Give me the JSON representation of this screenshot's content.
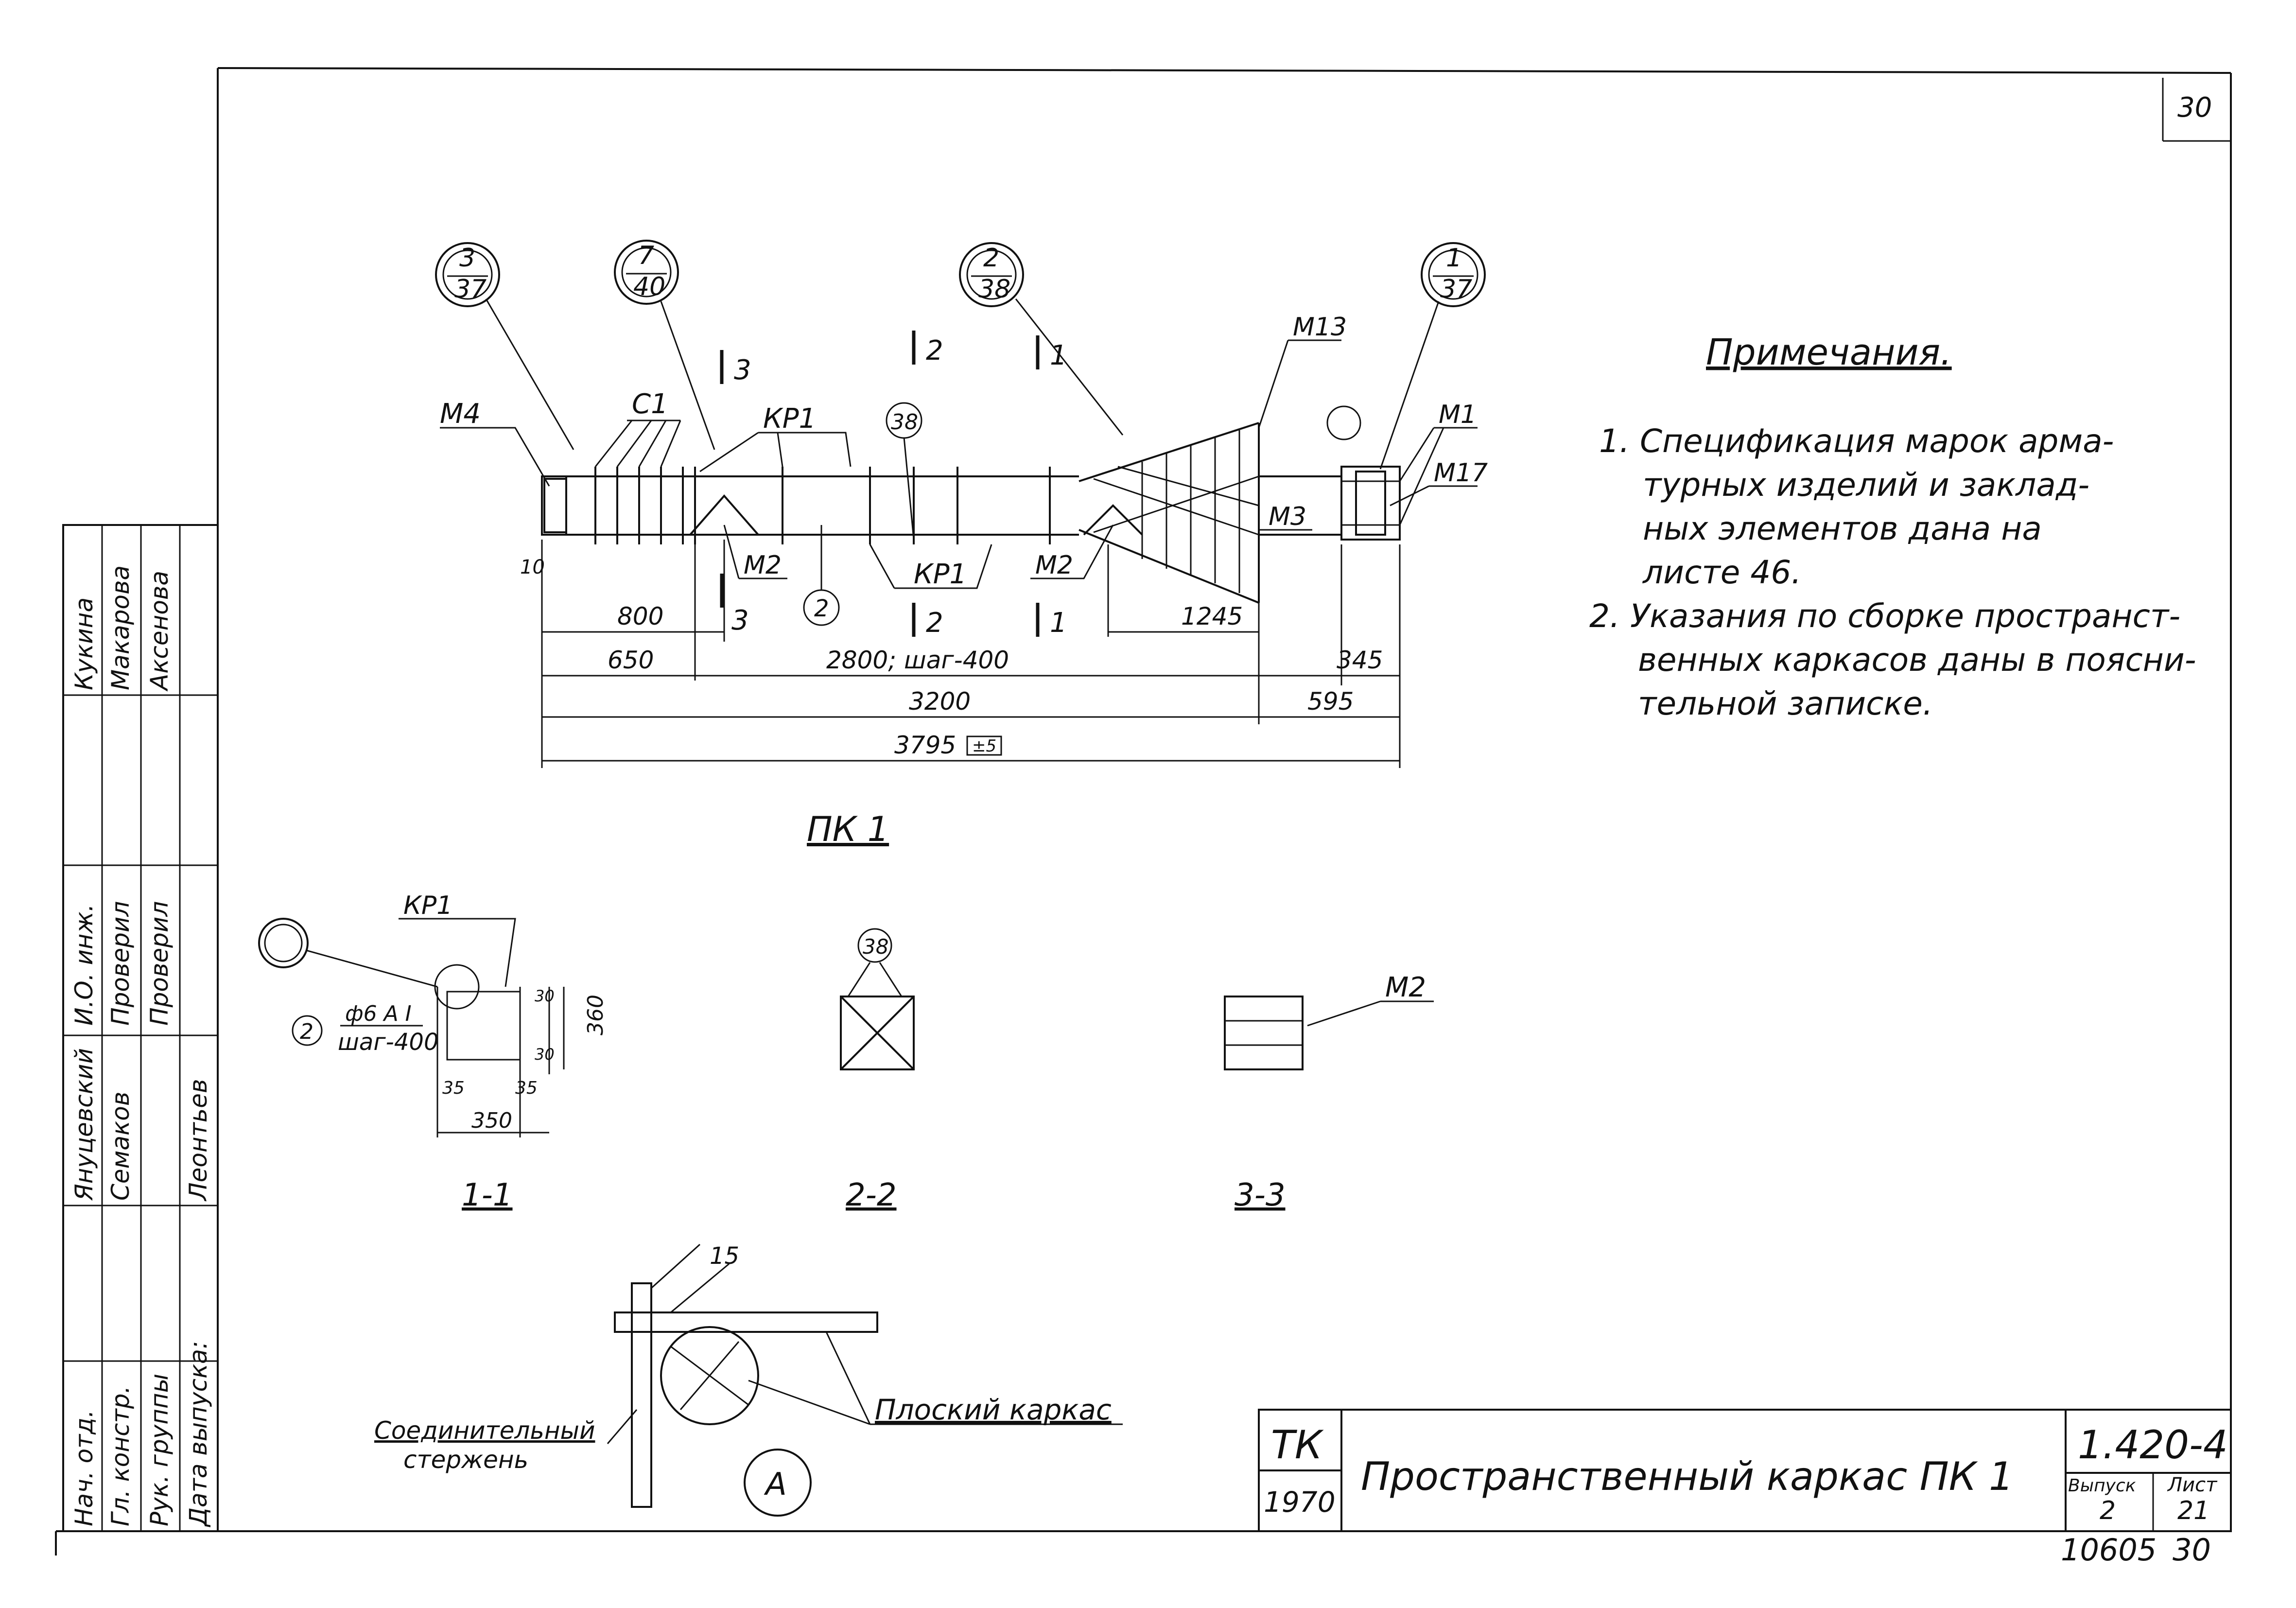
{
  "sheet_number_corner": "30",
  "notes": {
    "title": "Примечания.",
    "item1": [
      "1. Спецификация марок арма-",
      "турных изделий и заклад-",
      "ных элементов дана на",
      "листе 46."
    ],
    "item2": [
      "2. Указания по сборке пространст-",
      "венных каркасов даны в поясни-",
      "тельной записке."
    ]
  },
  "callouts": {
    "c1": {
      "top": "3",
      "bottom": "37"
    },
    "c2": {
      "top": "7",
      "bottom": "40"
    },
    "c3": {
      "top": "2",
      "bottom": "38"
    },
    "c4": {
      "top": "1",
      "bottom": "37"
    },
    "c38": "38",
    "c2_plain": "2",
    "c38_section": "38",
    "detail_a": "А"
  },
  "elevation": {
    "labels": {
      "m4": "М4",
      "c1": "С1",
      "kp1_top": "КР1",
      "kp1_bottom": "КР1",
      "m2_left": "М2",
      "m2_right": "М2",
      "m13": "М13",
      "m1": "М1",
      "m17": "М17",
      "m3": "М3",
      "cut3": "3",
      "cut2": "2",
      "cut1": "1",
      "cut3_b": "3",
      "cut2_b": "2",
      "cut1_b": "1",
      "gap": "10"
    },
    "dims": {
      "d800": "800",
      "d1245": "1245",
      "d650": "650",
      "d2800": "2800; шаг-400",
      "d345": "345",
      "d3200": "3200",
      "d595": "595",
      "d3795": "3795",
      "tol": "±5"
    },
    "title": "ПК 1"
  },
  "section11": {
    "title": "1-1",
    "kp1": "КР1",
    "bar": "ф6 А I",
    "step": "шаг-400",
    "d30a": "30",
    "d30b": "30",
    "d360": "360",
    "d35a": "35",
    "d35b": "35",
    "d350": "350"
  },
  "section22": {
    "title": "2-2"
  },
  "section33": {
    "title": "3-3",
    "m2": "М2"
  },
  "detail": {
    "dim15": "15",
    "flat_frame": "Плоский каркас",
    "conn_rod_1": "Соединительный",
    "conn_rod_2": "стержень"
  },
  "left_stamp": {
    "col1": [
      "Нач. отд.",
      "Гл. констр.",
      "Рук. группы",
      "Дата выпуска:"
    ],
    "col2": [
      "Януцевский",
      "Семаков",
      "Леонтьев"
    ],
    "col3": [
      "И.О. инж.",
      "Проверил",
      "Проверил"
    ],
    "col4": [
      "Кукина",
      "Макарова",
      "Аксенова"
    ]
  },
  "title_block": {
    "org": "ТК",
    "year": "1970",
    "title": "Пространственный каркас ПК 1",
    "series": "1.420-4",
    "issue_label": "Выпуск",
    "issue": "2",
    "sheet_label": "Лист",
    "sheet": "21",
    "archive": "10605",
    "archive_sheet": "30"
  }
}
